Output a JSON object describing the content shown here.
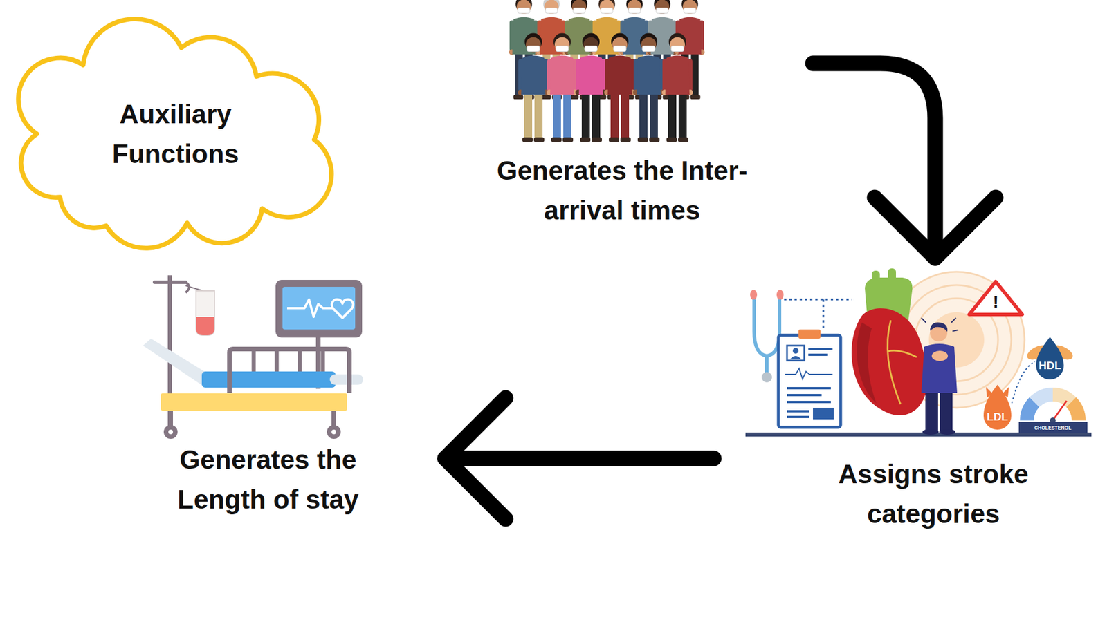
{
  "diagram": {
    "nodes": [
      {
        "text": [
          "Auxiliary Functions"
        ]
      },
      {
        "text": [
          "Generates the Inter-arrival times"
        ]
      },
      {
        "text": [
          "Assigns stroke categories"
        ]
      },
      {
        "text": [
          "Generates the Length of stay"
        ]
      }
    ],
    "edges": [
      {
        "from": 1,
        "to": 2,
        "arrow": "to"
      },
      {
        "from": 2,
        "to": 3,
        "arrow": "to"
      }
    ],
    "labels": [
      "!",
      "HDL",
      "LDL",
      "CHOLESTEROL"
    ]
  }
}
